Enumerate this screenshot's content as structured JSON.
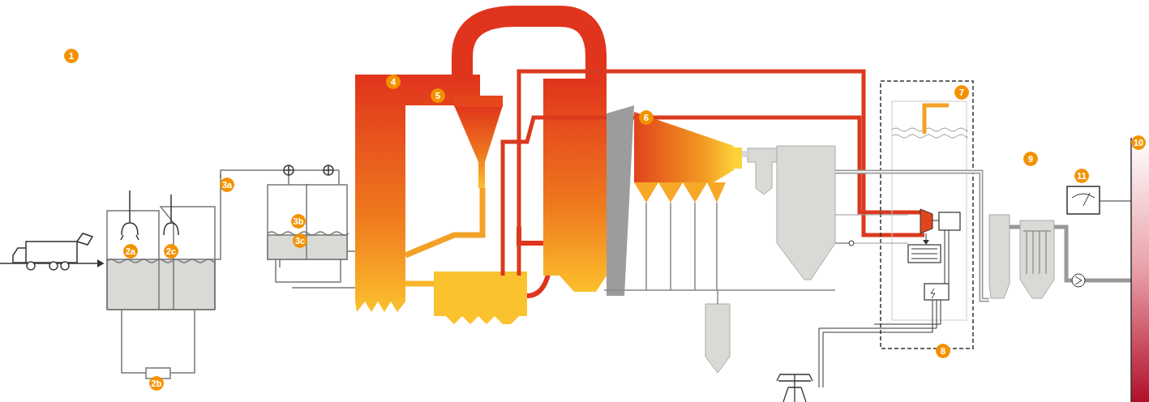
{
  "diagram": {
    "labels": [
      "1",
      "2a",
      "2c",
      "3a",
      "3b",
      "3c",
      "2b",
      "4",
      "5",
      "6",
      "7",
      "8",
      "9",
      "10",
      "11"
    ]
  }
}
